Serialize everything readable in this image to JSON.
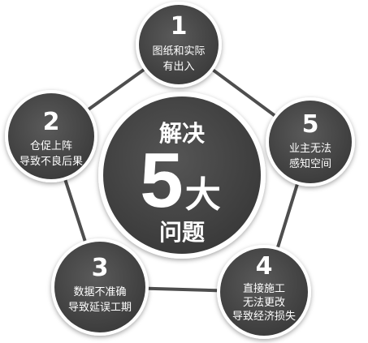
{
  "colors": {
    "node_fill": "#464646",
    "node_ring": "#ffffff",
    "connector": "#4e4e4e",
    "center_fill": "#424242",
    "text": "#ffffff"
  },
  "center": {
    "line1": "解决",
    "big_number": "5",
    "big_char": "大",
    "line3": "问题"
  },
  "nodes": [
    {
      "number": "1",
      "lines": [
        "图纸和实际",
        "有出入"
      ]
    },
    {
      "number": "2",
      "lines": [
        "仓促上阵",
        "导致不良后果"
      ]
    },
    {
      "number": "3",
      "lines": [
        "数据不准确",
        "导致延误工期"
      ]
    },
    {
      "number": "4",
      "lines": [
        "直接施工",
        "无法更改",
        "导致经济损失"
      ]
    },
    {
      "number": "5",
      "lines": [
        "业主无法",
        "感知空间"
      ]
    }
  ]
}
